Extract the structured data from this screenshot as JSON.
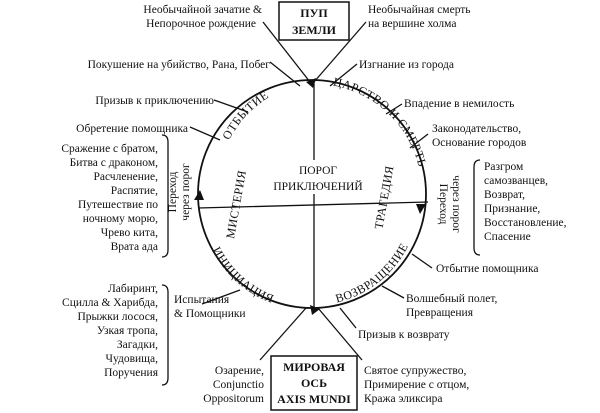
{
  "top_box": [
    "ПУП",
    "ЗЕМЛИ"
  ],
  "bottom_box": [
    "МИРОВАЯ",
    "ОСЬ",
    "AXIS MUNDI"
  ],
  "center": [
    "ПОРОГ",
    "ПРИКЛЮЧЕНИЙ"
  ],
  "arcs": {
    "departure": "ОТБЫТИЕ",
    "kingdom": "ЦАРСТВО И СМЕРТЬ",
    "mystery": "МИСТЕРИЯ",
    "tragedy": "ТРАГЕДИЯ",
    "initiation": "ИНИЦИАЦИЯ",
    "return": "ВОЗВРАЩЕНИЕ"
  },
  "threshold_left": [
    "Переход",
    "через порог"
  ],
  "threshold_right": [
    "Переход",
    "через порог"
  ],
  "labels": {
    "tl1": [
      "Необычайной зачатие &",
      "Непорочное рождение"
    ],
    "tr1": [
      "Необычайная смерть",
      "на вершине холма"
    ],
    "l2": "Покушение на убийство, Рана, Побег",
    "r2": "Изгнание из города",
    "l3": "Призыв  к приключению",
    "r3": "Впадение в  немилость",
    "l4": "Обретение помощника",
    "r4": [
      "Законодательство,",
      "Основание городов"
    ],
    "l5": [
      "Сражение с братом,",
      "Битва с драконом,",
      "Расчленение,",
      "Распятие,",
      "Путешествие по",
      "ночному морю,",
      "Чрево кита,",
      "Врата ада"
    ],
    "r5": [
      "Разгром",
      "самозванцев,",
      "Возврат,",
      "Признание,",
      "Восстановление,",
      "Спасение"
    ],
    "r6": "Отбытие помощника",
    "l6": [
      "Лабиринт,",
      "Сцилла & Харибда,",
      "Прыжки лосося,",
      "Узкая тропа,",
      "Загадки,",
      "Чудовища,",
      "Поручения"
    ],
    "l7": [
      "Испытания",
      "& Помощники"
    ],
    "r7": [
      "Волшебный полет,",
      "Превращения"
    ],
    "r8": "Призыв  к возврату",
    "bl": [
      "Озарение,",
      "Conjunctio",
      "Oppositorum"
    ],
    "br": [
      "Святое супружество,",
      "Примирение с отцом,",
      "Кража эликсира"
    ]
  }
}
